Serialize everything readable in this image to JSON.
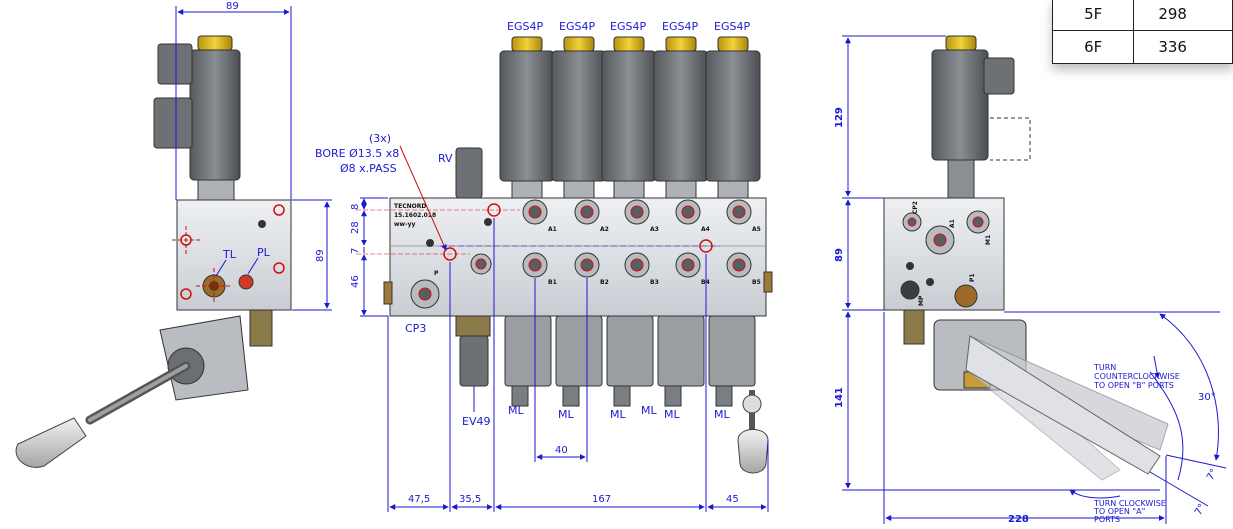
{
  "table": {
    "rows": [
      {
        "section": "5F",
        "value": "298"
      },
      {
        "section": "6F",
        "value": "336"
      }
    ]
  },
  "left_view": {
    "dim_top": "89",
    "dim_right": "89",
    "port_tl": "TL",
    "port_pl": "PL"
  },
  "front_view": {
    "solenoids": [
      "EGS4P",
      "EGS4P",
      "EGS4P",
      "EGS4P",
      "EGS4P"
    ],
    "bore_note": [
      "(3x)",
      "BORE Ø13.5 x8",
      "Ø8 x.PASS"
    ],
    "rv": "RV",
    "engraving": [
      "TECNORD",
      "15.1602.018",
      "ww-yy"
    ],
    "port_p": "P",
    "ports_a": [
      "A1",
      "A2",
      "A3",
      "A4",
      "A5"
    ],
    "ports_b": [
      "B1",
      "B2",
      "B3",
      "B4",
      "B5"
    ],
    "cp3": "CP3",
    "ev49": "EV49",
    "ml_labels": [
      "ML",
      "ML",
      "ML",
      "ML",
      "ML",
      "ML"
    ],
    "left_dims": [
      "8",
      "28",
      "7",
      "46"
    ],
    "pitch": "40",
    "bottom_dims": [
      "47,5",
      "35,5",
      "167",
      "45"
    ]
  },
  "side_view": {
    "dim_129": "129",
    "dim_89": "89",
    "dim_141": "141",
    "dim_228": "228",
    "angle_30": "30°",
    "angle_7a": "7°",
    "angle_7b": "7°",
    "turn_ccw": [
      "TURN",
      "COUNTERCLOCKWISE",
      "TO OPEN \"B\" PORTS"
    ],
    "turn_cw": [
      "TURN CLOCKWISE",
      "TO OPEN \"A\"",
      "PORTS"
    ],
    "ports": [
      "CP2",
      "M1",
      "A1",
      "P1",
      "MP"
    ]
  },
  "colors": {
    "dimension": "#1a1ad0",
    "port_red": "#d01010",
    "body": "#d9dde2",
    "solenoid_cap": "#e6c21a"
  }
}
